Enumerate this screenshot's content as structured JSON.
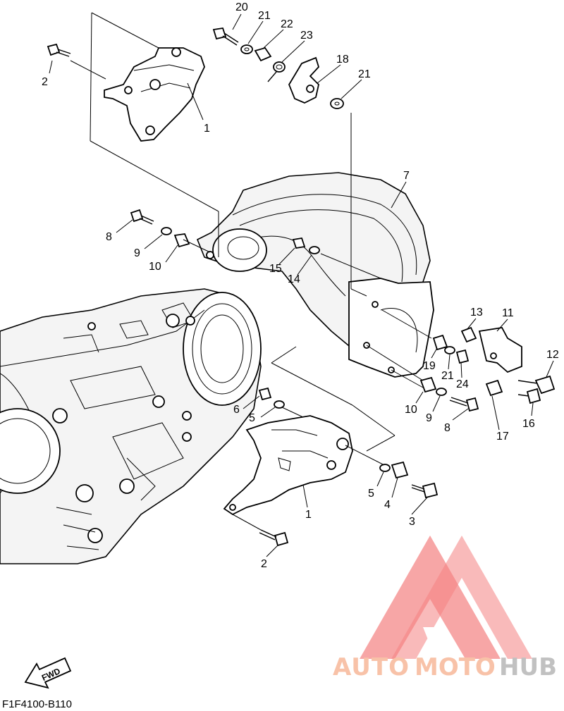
{
  "diagram": {
    "callouts": {
      "c1a": "1",
      "c1b": "1",
      "c2a": "2",
      "c2b": "2",
      "c3": "3",
      "c4": "4",
      "c5a": "5",
      "c5b": "5",
      "c6": "6",
      "c7": "7",
      "c8a": "8",
      "c8b": "8",
      "c9a": "9",
      "c9b": "9",
      "c10a": "10",
      "c10b": "10",
      "c11": "11",
      "c12": "12",
      "c13": "13",
      "c14": "14",
      "c15": "15",
      "c16": "16",
      "c17": "17",
      "c18": "18",
      "c19": "19",
      "c20": "20",
      "c21a": "21",
      "c21b": "21",
      "c21c": "21",
      "c22": "22",
      "c23": "23",
      "c24": "24"
    },
    "fwd_label": "FWD",
    "drawing_code": "F1F4100-B110"
  },
  "watermark": {
    "part1": "AUTO",
    "part2": "MOTO",
    "part3": "HUB",
    "color_primary": "#f7b89a",
    "color_secondary": "#b7b7b7",
    "logo_color": "#f26b6b"
  }
}
